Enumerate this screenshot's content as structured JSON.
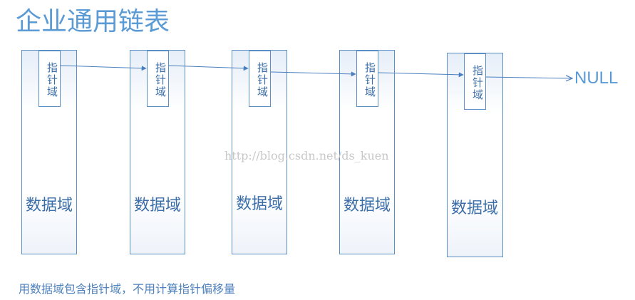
{
  "title": "企业通用链表",
  "pointer_label": "指针域",
  "data_label": "数据域",
  "null_label": "NULL",
  "watermark": "http://blog.csdn.net/ds_kuen",
  "caption": "用数据域包含指针域，不用计算指针偏移量",
  "colors": {
    "accent": "#5b9bd5",
    "border": "#5b8fc5",
    "text": "#3c6ea8"
  },
  "nodes": [
    {
      "pointer": "指针域",
      "data": "数据域"
    },
    {
      "pointer": "指针域",
      "data": "数据域"
    },
    {
      "pointer": "指针域",
      "data": "数据域"
    },
    {
      "pointer": "指针域",
      "data": "数据域"
    },
    {
      "pointer": "指针域",
      "data": "数据域"
    }
  ]
}
